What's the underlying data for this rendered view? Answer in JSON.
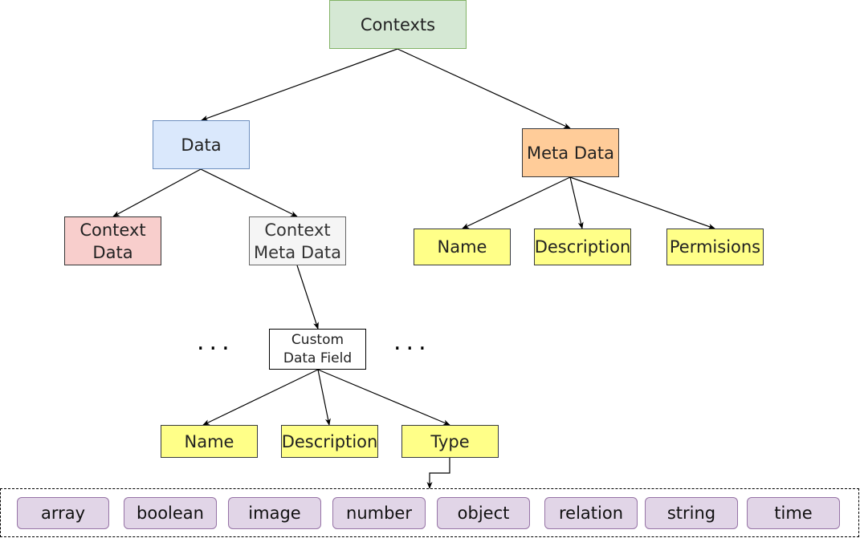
{
  "diagram": {
    "root": {
      "label": "Contexts"
    },
    "data": {
      "label": "Data"
    },
    "meta_data": {
      "label": "Meta Data"
    },
    "context_data": {
      "line1": "Context",
      "line2": "Data"
    },
    "context_meta_data": {
      "line1": "Context",
      "line2": "Meta Data"
    },
    "meta_children": [
      "Name",
      "Description",
      "Permisions"
    ],
    "custom_field": {
      "line1": "Custom",
      "line2": "Data Field"
    },
    "ellipsis": "...",
    "field_children": [
      "Name",
      "Description",
      "Type"
    ],
    "types": [
      "array",
      "boolean",
      "image",
      "number",
      "object",
      "relation",
      "string",
      "time"
    ]
  },
  "colors": {
    "root": "#d5e8d4",
    "data": "#dae8fc",
    "meta_data": "#ffcc99",
    "context_data": "#f8cecc",
    "context_meta_data": "#f5f5f5",
    "leaf": "#ffff88",
    "type_pill": "#e1d5e7"
  }
}
